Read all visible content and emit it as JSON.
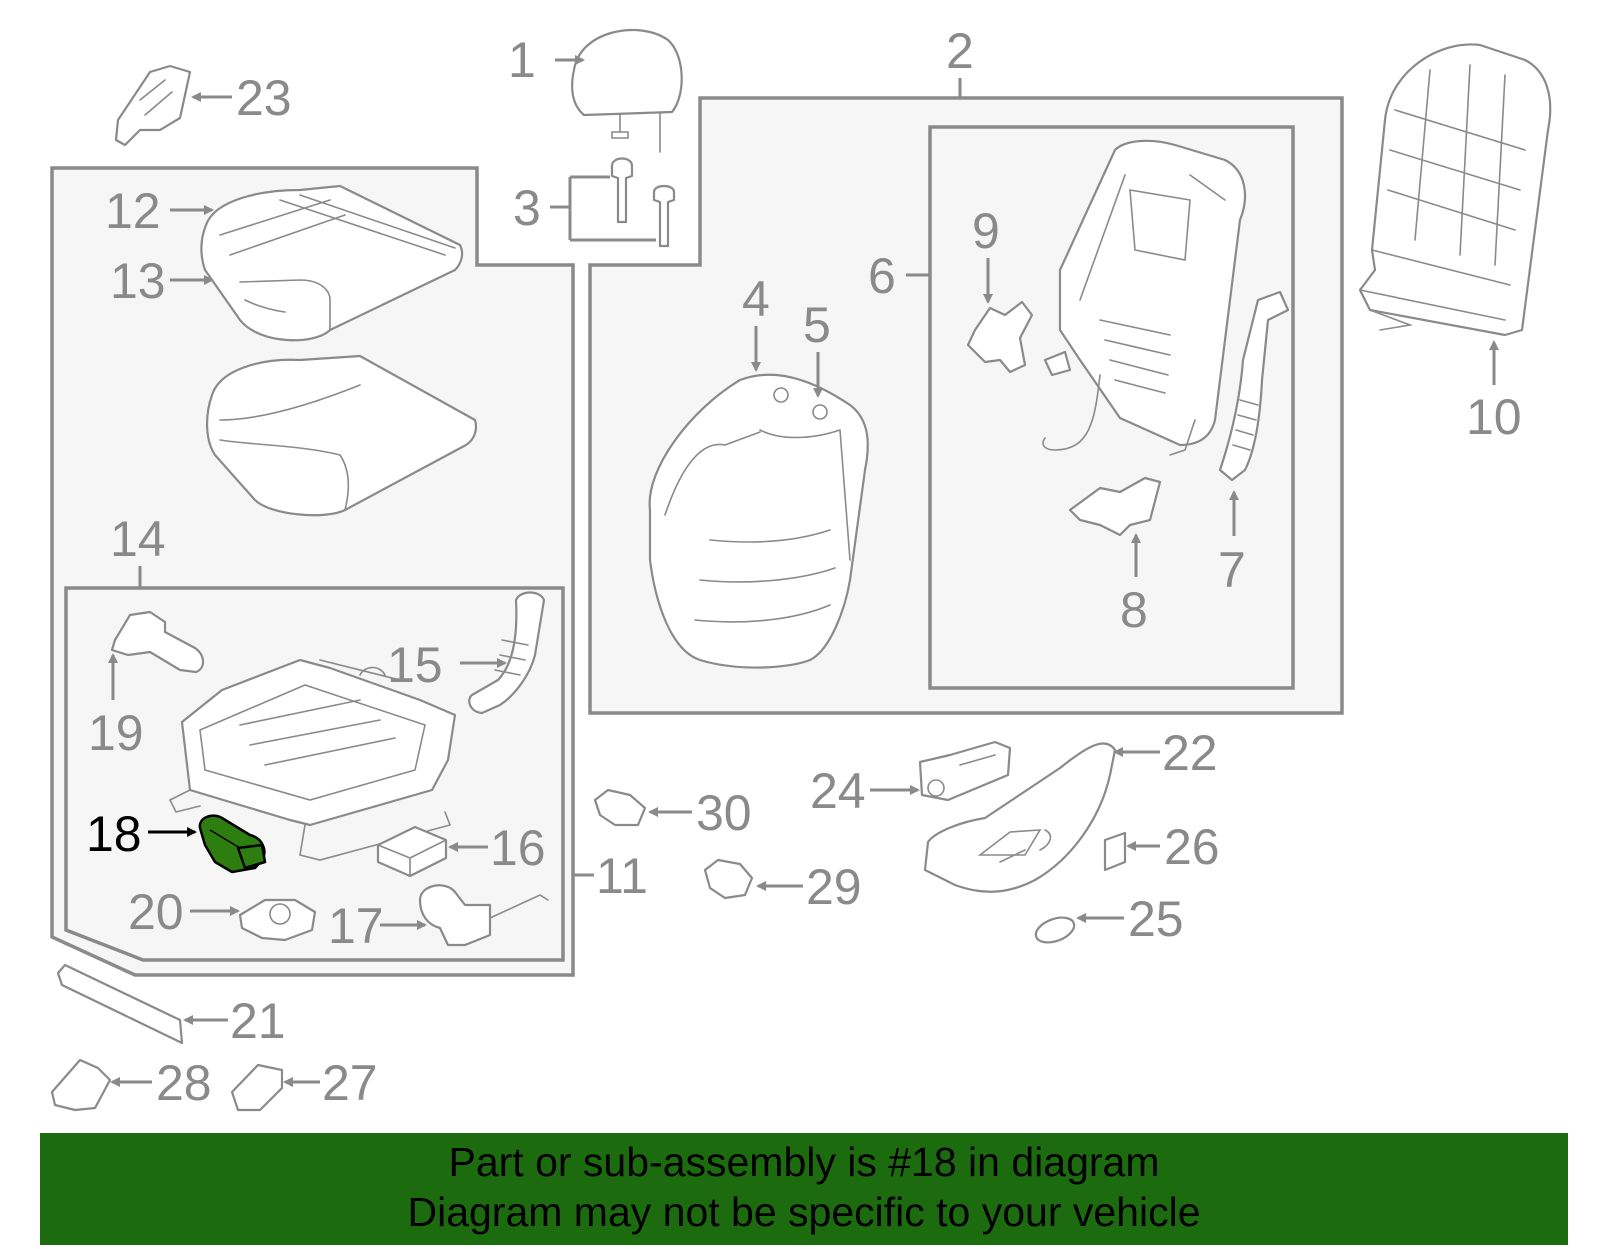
{
  "diagram": {
    "callouts": [
      {
        "id": "1",
        "label": "1",
        "highlighted": false
      },
      {
        "id": "2",
        "label": "2",
        "highlighted": false
      },
      {
        "id": "3",
        "label": "3",
        "highlighted": false
      },
      {
        "id": "4",
        "label": "4",
        "highlighted": false
      },
      {
        "id": "5",
        "label": "5",
        "highlighted": false
      },
      {
        "id": "6",
        "label": "6",
        "highlighted": false
      },
      {
        "id": "7",
        "label": "7",
        "highlighted": false
      },
      {
        "id": "8",
        "label": "8",
        "highlighted": false
      },
      {
        "id": "9",
        "label": "9",
        "highlighted": false
      },
      {
        "id": "10",
        "label": "10",
        "highlighted": false
      },
      {
        "id": "11",
        "label": "11",
        "highlighted": false
      },
      {
        "id": "12",
        "label": "12",
        "highlighted": false
      },
      {
        "id": "13",
        "label": "13",
        "highlighted": false
      },
      {
        "id": "14",
        "label": "14",
        "highlighted": false
      },
      {
        "id": "15",
        "label": "15",
        "highlighted": false
      },
      {
        "id": "16",
        "label": "16",
        "highlighted": false
      },
      {
        "id": "17",
        "label": "17",
        "highlighted": false
      },
      {
        "id": "18",
        "label": "18",
        "highlighted": true
      },
      {
        "id": "19",
        "label": "19",
        "highlighted": false
      },
      {
        "id": "20",
        "label": "20",
        "highlighted": false
      },
      {
        "id": "21",
        "label": "21",
        "highlighted": false
      },
      {
        "id": "22",
        "label": "22",
        "highlighted": false
      },
      {
        "id": "23",
        "label": "23",
        "highlighted": false
      },
      {
        "id": "24",
        "label": "24",
        "highlighted": false
      },
      {
        "id": "25",
        "label": "25",
        "highlighted": false
      },
      {
        "id": "26",
        "label": "26",
        "highlighted": false
      },
      {
        "id": "27",
        "label": "27",
        "highlighted": false
      },
      {
        "id": "28",
        "label": "28",
        "highlighted": false
      },
      {
        "id": "29",
        "label": "29",
        "highlighted": false
      },
      {
        "id": "30",
        "label": "30",
        "highlighted": false
      }
    ],
    "highlight_color": "#2e7d10",
    "line_color": "#8a8a8a"
  },
  "banner": {
    "line1": "Part or sub-assembly is #18 in diagram",
    "line2": "Diagram may not be specific to your vehicle",
    "background": "#1c6b0f"
  }
}
